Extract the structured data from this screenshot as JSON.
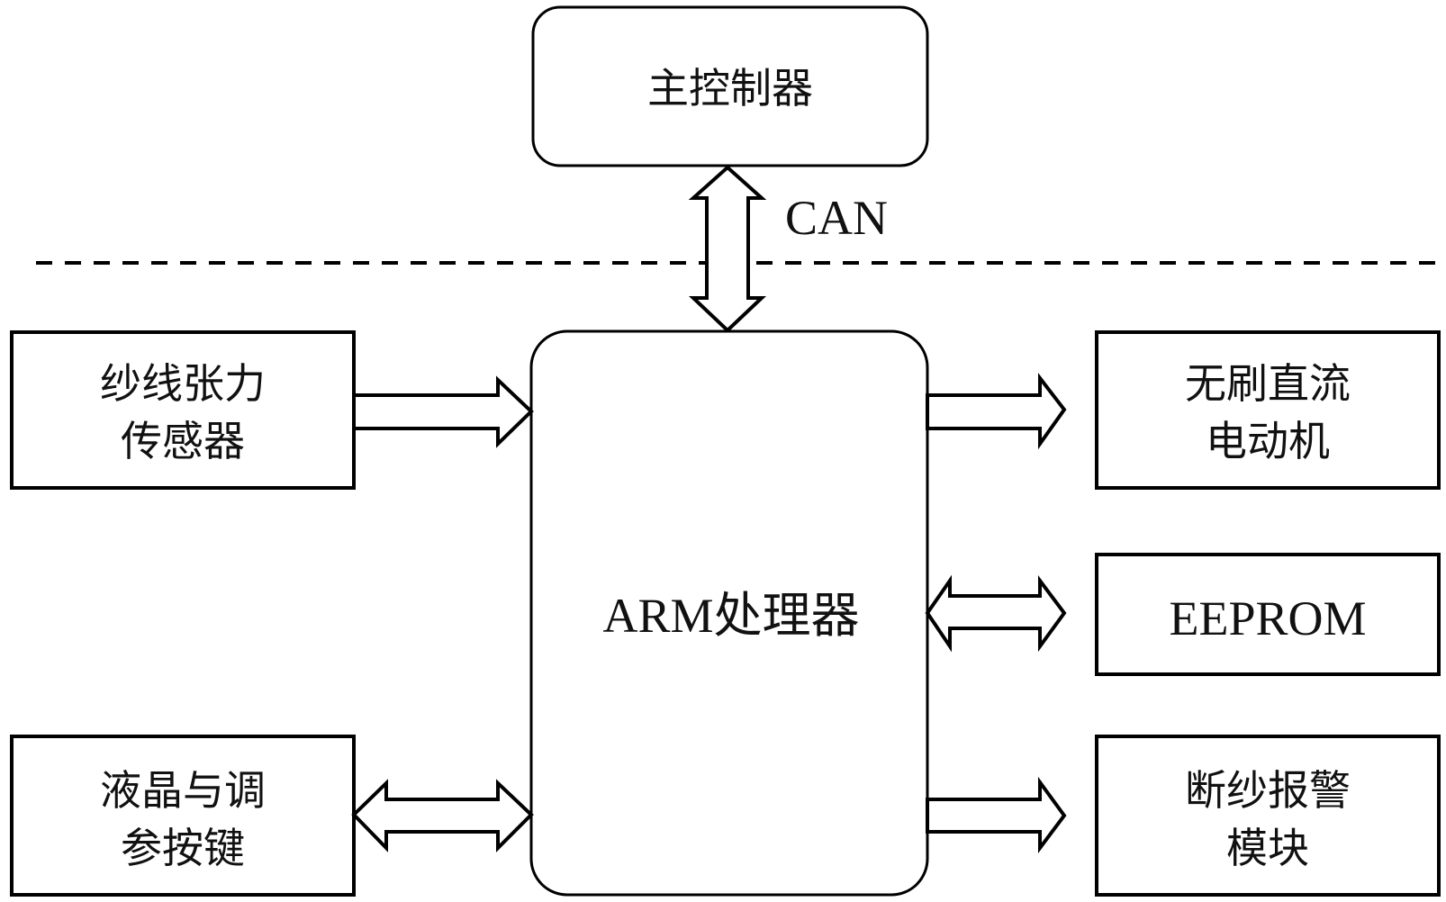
{
  "diagram": {
    "main_controller": {
      "label": "主控制器"
    },
    "bus": {
      "label": "CAN"
    },
    "processor": {
      "label": "ARM处理器"
    },
    "left_blocks": [
      {
        "lines": [
          "纱线张力",
          "传感器"
        ],
        "connection": "input-to-processor"
      },
      {
        "lines": [
          "液晶与调",
          "参按键"
        ],
        "connection": "bidirectional"
      }
    ],
    "right_blocks": [
      {
        "lines": [
          "无刷直流",
          "电动机"
        ],
        "connection": "output-from-processor"
      },
      {
        "lines": [
          "EEPROM"
        ],
        "connection": "bidirectional"
      },
      {
        "lines": [
          "断纱报警",
          "模块"
        ],
        "connection": "output-from-processor"
      }
    ],
    "colors": {
      "stroke": "#000000",
      "background": "#ffffff"
    }
  }
}
